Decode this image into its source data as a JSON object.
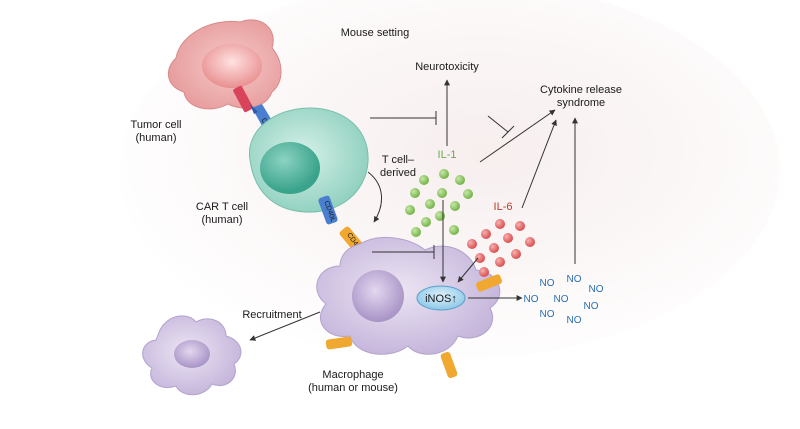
{
  "title": "Mouse setting",
  "labels": {
    "tumor_cell": [
      "Tumor cell",
      "(human)"
    ],
    "car_t_cell": [
      "CAR T cell",
      "(human)"
    ],
    "macrophage": [
      "Macrophage",
      "(human or mouse)"
    ],
    "t_cell_derived": [
      "T cell–",
      "derived"
    ],
    "neurotoxicity": "Neurotoxicity",
    "crs": [
      "Cytokine release",
      "syndrome"
    ],
    "il1": "IL-1",
    "il6": "IL-6",
    "inos": "iNOS↑",
    "recruitment": "Recruitment",
    "no": "NO",
    "car": "CAR",
    "cd40l": "CD40L",
    "cd40": "CD40"
  },
  "colors": {
    "tumor": "#e8a6a6",
    "tcell": "#9fd8c8",
    "macrophage": "#d4c7e3",
    "il1": "#8fc866",
    "il6": "#e05a5a",
    "no_text": "#2a6fb0",
    "inos": "#a9d6ee",
    "receptor_orange": "#f0a830",
    "car_blue": "#4a7fd0"
  }
}
